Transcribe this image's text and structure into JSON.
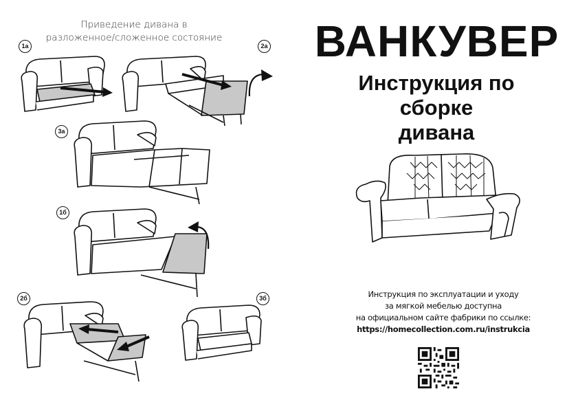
{
  "left": {
    "title_line1": "Приведение дивана в",
    "title_line2": "разложенное/сложенное состояние",
    "steps": [
      "1а",
      "2а",
      "3а",
      "1б",
      "2б",
      "3б"
    ]
  },
  "right": {
    "brand": "ВАНКУВЕР",
    "subtitle_line1": "Инструкция по",
    "subtitle_line2": "сборке",
    "subtitle_line3": "дивана",
    "note_line1": "Инструкция по эксплуатации и уходу",
    "note_line2": "за мягкой мебелью доступна",
    "note_line3": "на официальном сайте фабрики по ссылке:",
    "note_url": "https://homecollection.com.ru/instrukcia"
  },
  "colors": {
    "ink": "#111111",
    "shade": "#c8c8c8",
    "paper": "#ffffff"
  },
  "icons": [
    "sofa-illustration",
    "fold-arrow-icon",
    "qr-code"
  ]
}
